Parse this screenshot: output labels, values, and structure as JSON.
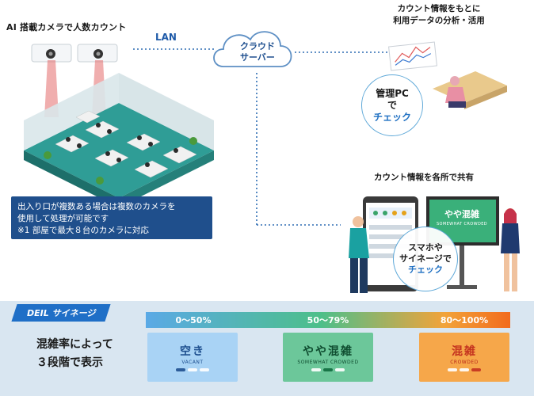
{
  "camera_title": "AI 搭載カメラで人数カウント",
  "lan_label": "LAN",
  "cloud": {
    "line1": "クラウド",
    "line2": "サーバー"
  },
  "pc_title": {
    "line1": "カウント情報をもとに",
    "line2": "利用データの分析・活用"
  },
  "pc_circle": {
    "line1": "管理PC",
    "line2": "で",
    "line3": "チェック"
  },
  "share_title": "カウント情報を各所で共有",
  "share_circle": {
    "line1": "スマホや",
    "line2": "サイネージで",
    "line3": "チェック"
  },
  "signage_screen_label": "やや混雑",
  "signage_screen_sub": "SOMEWHAT CROWDED",
  "note": {
    "line1": "出入り口が複数ある場合は複数のカメラを",
    "line2": "使用して処理が可能です",
    "line3": "※1 部屋で最大８台のカメラに対応"
  },
  "bottom": {
    "tag": "DEIL サイネージ",
    "desc_line1": "混雑率によって",
    "desc_line2": "３段階で表示",
    "ranges": [
      "0〜50%",
      "50〜79%",
      "80〜100%"
    ],
    "cards": [
      {
        "label": "空き",
        "sub": "VACANT"
      },
      {
        "label": "やや混雑",
        "sub": "SOMEWHAT CROWDED"
      },
      {
        "label": "混雑",
        "sub": "CROWDED"
      }
    ]
  },
  "colors": {
    "brand_blue": "#1f4f8c",
    "vacant": "#a9d3f5",
    "somewhat": "#6cc79a",
    "crowded": "#f6a74a"
  },
  "icons": [
    "ceiling-camera-icon",
    "cloud-icon",
    "office-floor-illustration",
    "analyst-pc-illustration",
    "smartphone-icon",
    "signage-display-icon"
  ]
}
